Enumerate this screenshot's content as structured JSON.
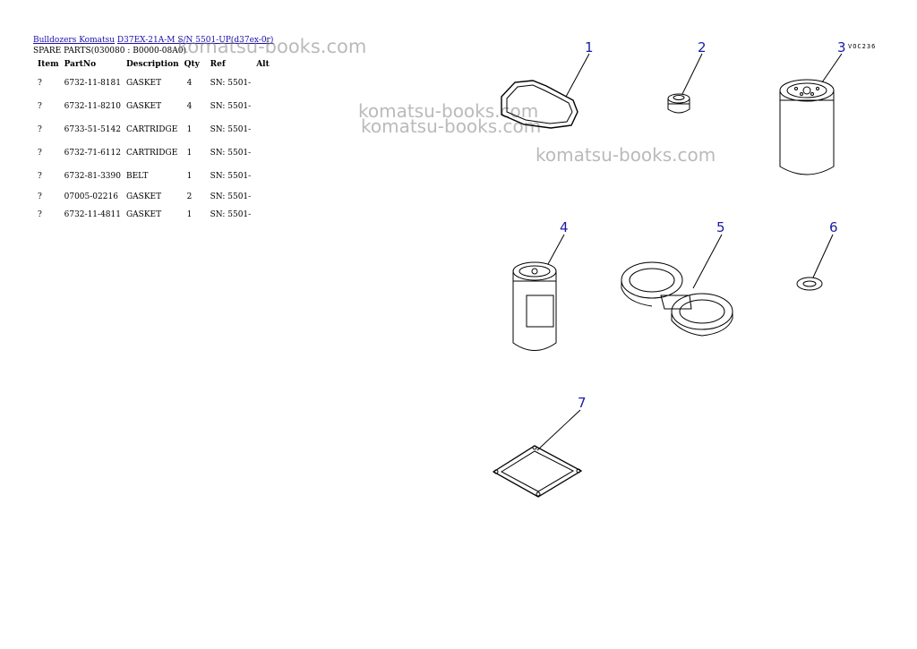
{
  "breadcrumb": {
    "link1": "Bulldozers Komatsu",
    "link2": "D37EX-21A-M S/N 5501-UP(d37ex-0r)"
  },
  "subtitle": "SPARE PARTS(030080 : B0000-08A0)",
  "table": {
    "headers": [
      "Item",
      "PartNo",
      "Description",
      "Qty",
      "Ref",
      "Alt"
    ],
    "rows": [
      {
        "item": "?",
        "part_no": "6732-11-8181",
        "description": "GASKET",
        "qty": "4",
        "ref": "SN: 5501-",
        "alt": ""
      },
      {
        "item": "?",
        "part_no": "6732-11-8210",
        "description": "GASKET",
        "qty": "4",
        "ref": "SN: 5501-",
        "alt": ""
      },
      {
        "item": "?",
        "part_no": "6733-51-5142",
        "description": "CARTRIDGE",
        "qty": "1",
        "ref": "SN: 5501-",
        "alt": ""
      },
      {
        "item": "?",
        "part_no": "6732-71-6112",
        "description": "CARTRIDGE",
        "qty": "1",
        "ref": "SN: 5501-",
        "alt": ""
      },
      {
        "item": "?",
        "part_no": "6732-81-3390",
        "description": "BELT",
        "qty": "1",
        "ref": "SN: 5501-",
        "alt": ""
      },
      {
        "item": "?",
        "part_no": "07005-02216",
        "description": "GASKET",
        "qty": "2",
        "ref": "SN: 5501-",
        "alt": ""
      },
      {
        "item": "?",
        "part_no": "6732-11-4811",
        "description": "GASKET",
        "qty": "1",
        "ref": "SN: 5501-",
        "alt": ""
      }
    ]
  },
  "watermark": "komatsu-books.com",
  "drawing": {
    "code": "VOC236",
    "callouts": [
      "1",
      "2",
      "3",
      "4",
      "5",
      "6",
      "7"
    ],
    "callout_color": "#1a1aa8",
    "link_color": "#1a0dab"
  }
}
